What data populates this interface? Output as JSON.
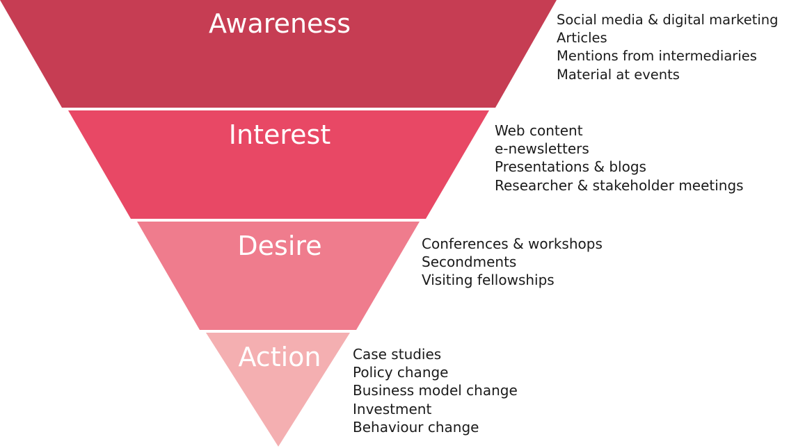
{
  "funnel": {
    "stages": [
      {
        "key": "awareness",
        "label": "Awareness",
        "color": "#C63D53",
        "items": [
          "Social media & digital marketing",
          "Articles",
          "Mentions from intermediaries",
          "Material at events"
        ]
      },
      {
        "key": "interest",
        "label": "Interest",
        "color": "#E84865",
        "items": [
          "Web content",
          "e-newsletters",
          "Presentations & blogs",
          "Researcher & stakeholder meetings"
        ]
      },
      {
        "key": "desire",
        "label": "Desire",
        "color": "#EF7C8D",
        "items": [
          "Conferences & workshops",
          "Secondments",
          "Visiting fellowships"
        ]
      },
      {
        "key": "action",
        "label": "Action",
        "color": "#F4AFB1",
        "items": [
          "Case studies",
          "Policy change",
          "Business model change",
          "Investment",
          "Behaviour change"
        ]
      }
    ]
  }
}
